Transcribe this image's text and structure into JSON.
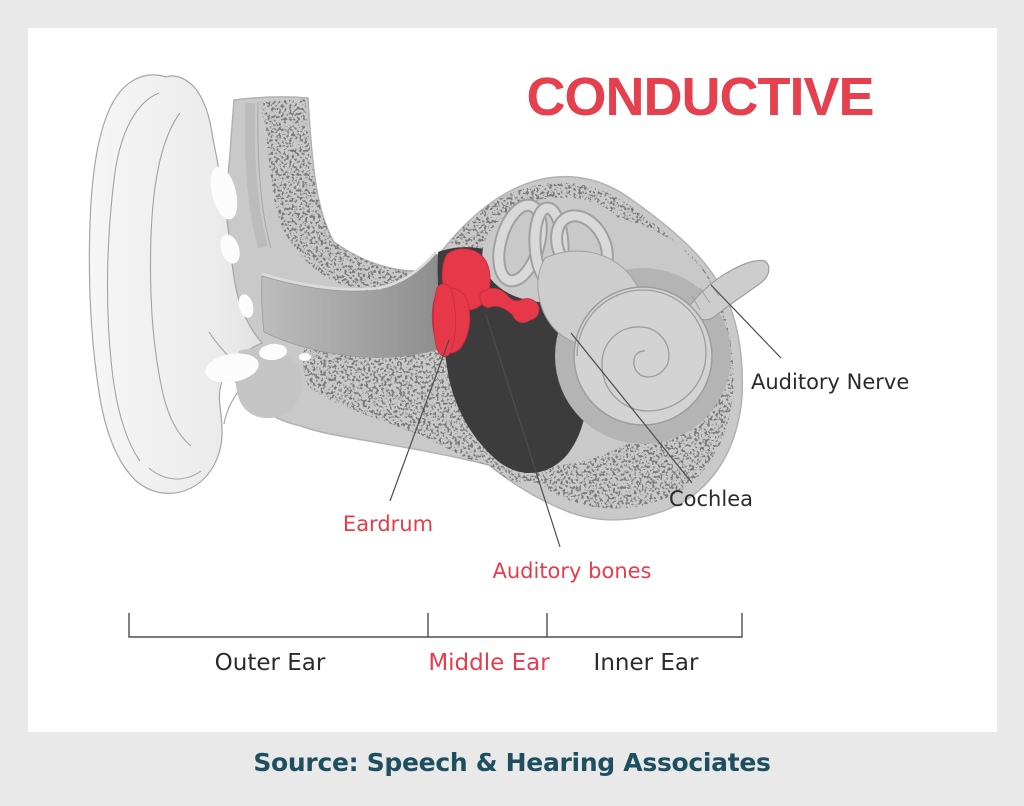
{
  "title": {
    "label": "CONDUCTIVE"
  },
  "annotations": {
    "auditory_nerve": "Auditory Nerve",
    "cochlea": "Cochlea",
    "eardrum": "Eardrum",
    "auditory_bones": "Auditory bones"
  },
  "regions": {
    "outer_ear": "Outer Ear",
    "middle_ear": "Middle Ear",
    "inner_ear": "Inner Ear"
  },
  "source": {
    "label": "Source: Speech & Hearing Associates"
  },
  "colors": {
    "background": "#e9e9e9",
    "card": "#ffffff",
    "accent_red": "#e5404e",
    "label_red": "#e63c4c",
    "text_dark": "#2b2b2b",
    "source_teal": "#1d4f60",
    "bone_gray": "#c8c8c8",
    "cavity_dark": "#3c3c3c"
  }
}
